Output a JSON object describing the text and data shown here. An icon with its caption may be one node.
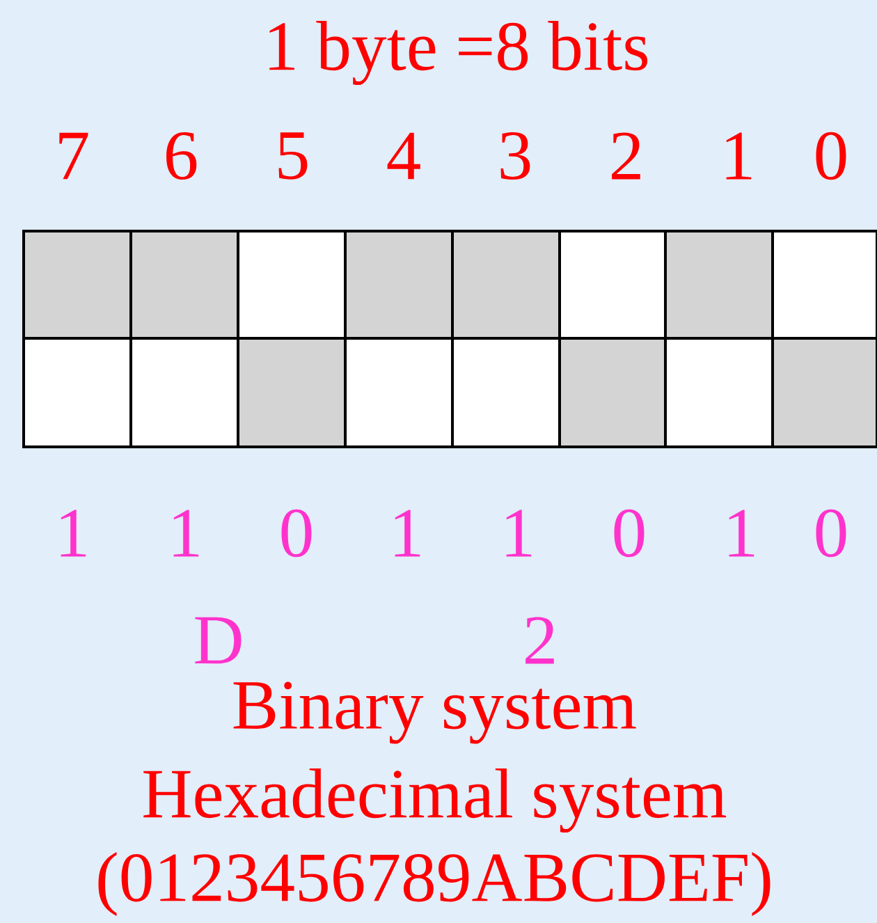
{
  "diagram": {
    "title": "1 byte =8 bits",
    "labels": [
      "7",
      "6",
      "5",
      "4",
      "3",
      "2",
      "1",
      "0",
      "1",
      "1",
      "0",
      "1",
      "1",
      "0",
      "1",
      "0",
      "D",
      "2",
      "Binary system",
      "Hexadecimal system",
      "(0123456789ABCDEF)"
    ]
  }
}
